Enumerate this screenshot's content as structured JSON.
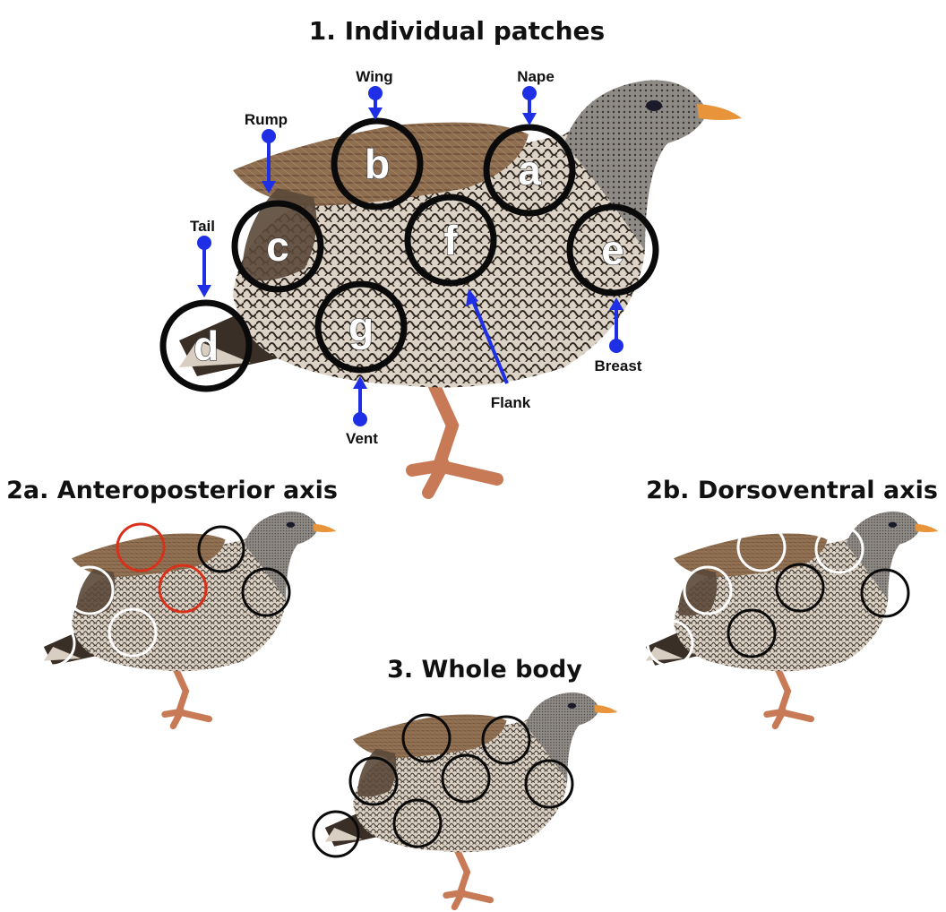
{
  "panels": {
    "individual_title": "1. Individual patches",
    "anteroposterior_title": "2a. Anteroposterior axis",
    "dorsoventral_title": "2b. Dorsoventral axis",
    "whole_body_title": "3. Whole body"
  },
  "patch_labels": {
    "a": "a",
    "b": "b",
    "c": "c",
    "d": "d",
    "e": "e",
    "f": "f",
    "g": "g"
  },
  "region_labels": {
    "nape": "Nape",
    "wing": "Wing",
    "rump": "Rump",
    "tail": "Tail",
    "breast": "Breast",
    "flank": "Flank",
    "vent": "Vent"
  },
  "colors": {
    "arrow": "#1f2fe6",
    "circle_main": "#0a0a0a",
    "circle_red": "#d9301a",
    "circle_white": "#ffffff",
    "beak": "#e8943a",
    "legs": "#c97a55",
    "plumage_dark": "#4a3c30",
    "plumage_light": "#d8cfc2",
    "wing": "#8a6a4c"
  }
}
